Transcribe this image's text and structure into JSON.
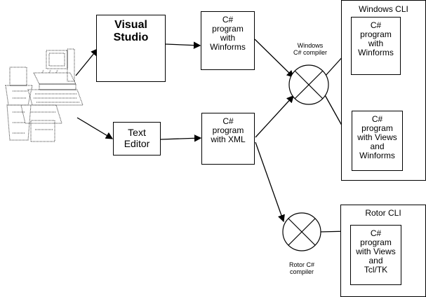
{
  "nodes": {
    "visual_studio": "Visual\nStudio",
    "text_editor": "Text\nEditor",
    "cs_winforms": "C#\nprogram\nwith\nWinforms",
    "cs_xml": "C#\nprogram\nwith XML",
    "windows_compiler": "Windows\nC# compiler",
    "rotor_compiler": "Rotor C#\ncompiler",
    "windows_cli_title": "Windows CLI",
    "win_out_winforms": "C#\nprogram\nwith\nWinforms",
    "win_out_views_winforms": "C#\nprogram\nwith Views\nand\nWinforms",
    "rotor_cli_title": "Rotor CLI",
    "rotor_out": "C#\nprogram\nwith Views\nand\nTcl/TK"
  },
  "icons": {
    "computer": "computer-icon",
    "compiler": "cross-circle-icon"
  }
}
